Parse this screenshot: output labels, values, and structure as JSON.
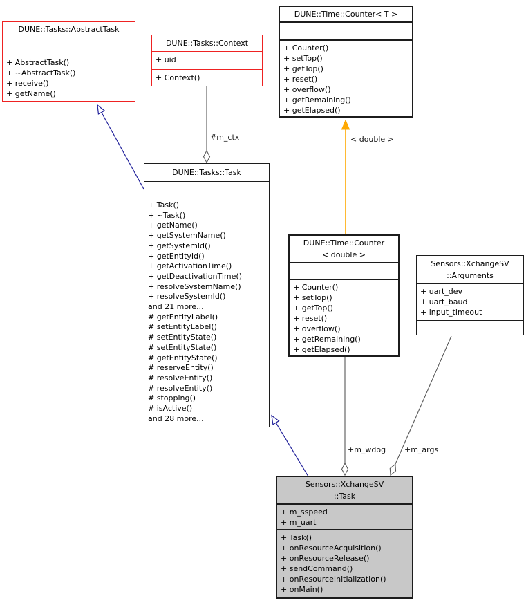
{
  "diagram_title": "UML collaboration diagram for Sensors::XchangeSV::Task",
  "colors": {
    "red_box_border": "#ee2222",
    "black_box_border": "#1c1c1c",
    "inheritance_edge": "#20209a",
    "template_edge": "#ffa800",
    "aggregation_edge": "#585858",
    "highlight_node_fill": "#c8c8c8"
  },
  "classes": {
    "abstract_task": {
      "title": [
        "DUNE::Tasks::AbstractTask"
      ],
      "attributes": [],
      "methods": [
        "+ AbstractTask()",
        "+ ~AbstractTask()",
        "+ receive()",
        "+ getName()"
      ]
    },
    "context": {
      "title": [
        "DUNE::Tasks::Context"
      ],
      "attributes": [
        "+ uid"
      ],
      "methods": [
        "+ Context()"
      ]
    },
    "counter_t": {
      "title": [
        "DUNE::Time::Counter< T >"
      ],
      "attributes": [],
      "methods": [
        "+ Counter()",
        "+ setTop()",
        "+ getTop()",
        "+ reset()",
        "+ overflow()",
        "+ getRemaining()",
        "+ getElapsed()"
      ]
    },
    "task": {
      "title": [
        "DUNE::Tasks::Task"
      ],
      "attributes": [],
      "methods": [
        "+ Task()",
        "+ ~Task()",
        "+ getName()",
        "+ getSystemName()",
        "+ getSystemId()",
        "+ getEntityId()",
        "+ getActivationTime()",
        "+ getDeactivationTime()",
        "+ resolveSystemName()",
        "+ resolveSystemId()",
        "and 21 more...",
        "# getEntityLabel()",
        "# setEntityLabel()",
        "# setEntityState()",
        "# setEntityState()",
        "# getEntityState()",
        "# reserveEntity()",
        "# resolveEntity()",
        "# resolveEntity()",
        "# stopping()",
        "# isActive()",
        "and 28 more..."
      ]
    },
    "counter_double": {
      "title": [
        "DUNE::Time::Counter",
        "< double >"
      ],
      "attributes": [],
      "methods": [
        "+ Counter()",
        "+ setTop()",
        "+ getTop()",
        "+ reset()",
        "+ overflow()",
        "+ getRemaining()",
        "+ getElapsed()"
      ]
    },
    "arguments": {
      "title": [
        "Sensors::XchangeSV",
        "::Arguments"
      ],
      "attributes": [
        "+ uart_dev",
        "+ uart_baud",
        "+ input_timeout"
      ],
      "methods": []
    },
    "xchange_task": {
      "title": [
        "Sensors::XchangeSV",
        "::Task"
      ],
      "attributes": [
        "+ m_sspeed",
        "+ m_uart"
      ],
      "methods": [
        "+ Task()",
        "+ onResourceAcquisition()",
        "+ onResourceRelease()",
        "+ sendCommand()",
        "+ onResourceInitialization()",
        "+ onMain()"
      ]
    }
  },
  "edges": {
    "m_ctx_label": "#m_ctx",
    "template_arg_label": "< double >",
    "m_wdog_label": "+m_wdog",
    "m_args_label": "+m_args"
  }
}
